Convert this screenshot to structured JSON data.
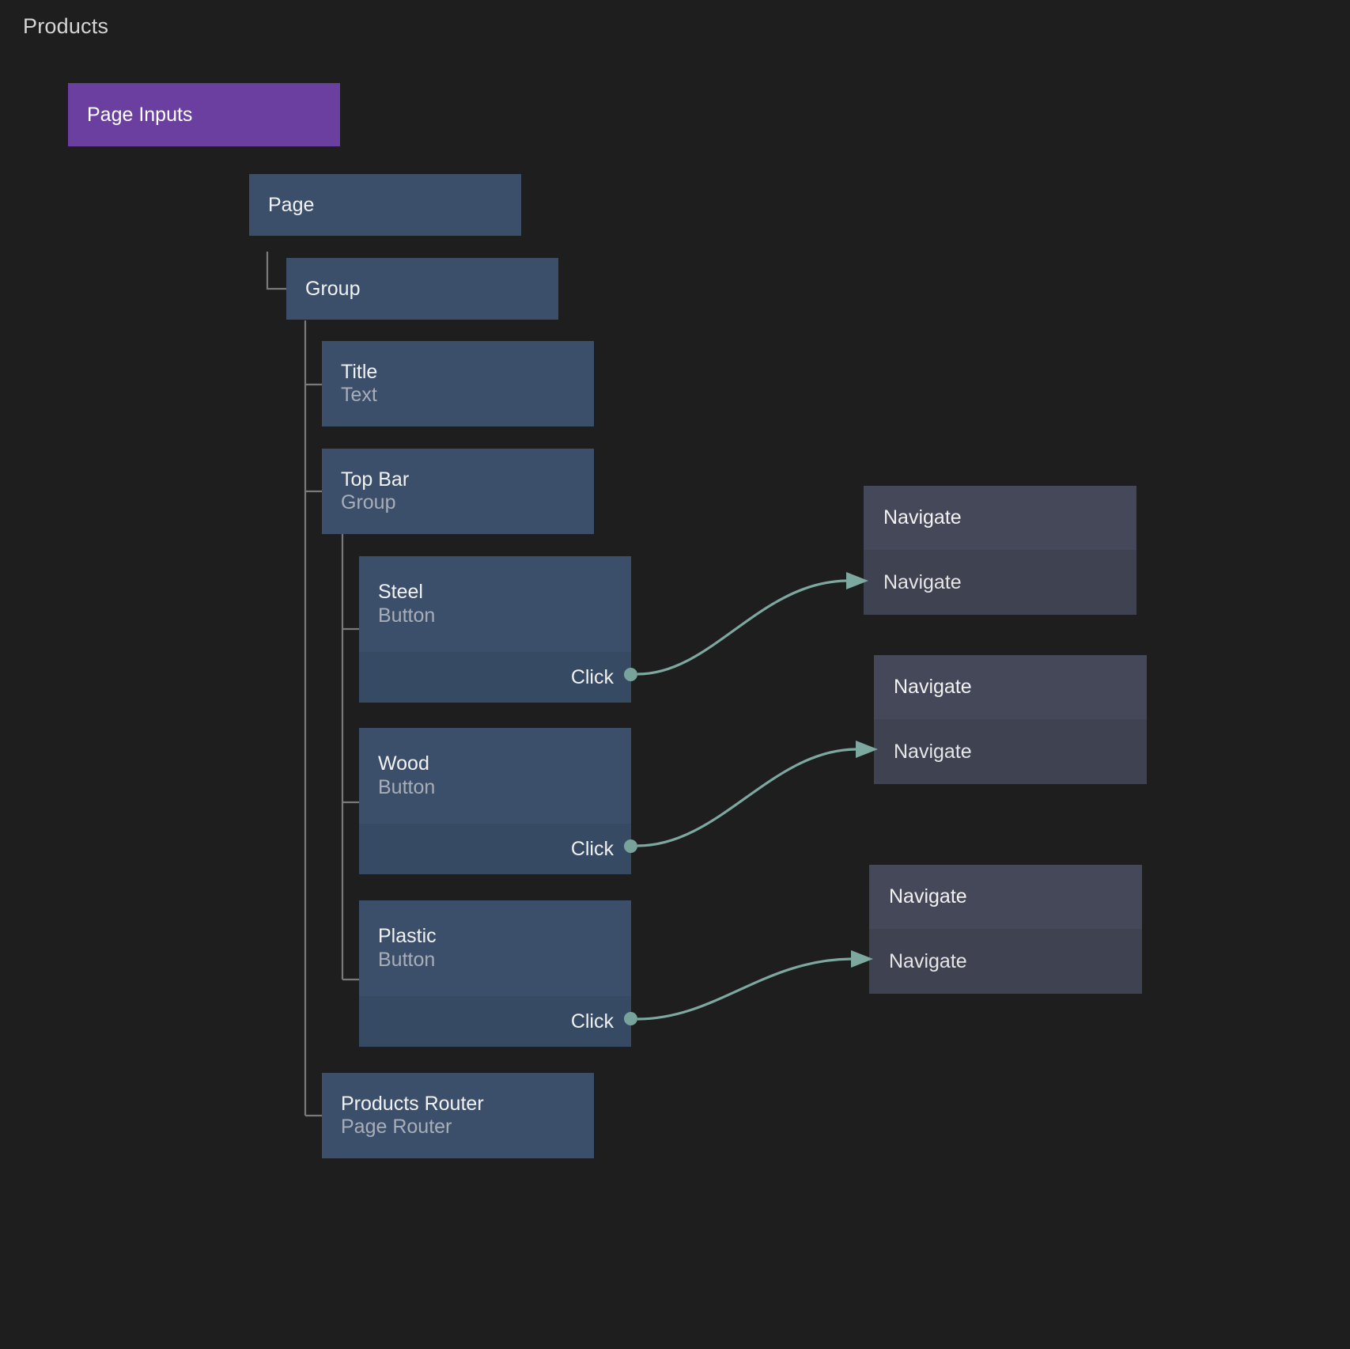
{
  "page": {
    "title": "Products",
    "background_color": "#1e1e1e"
  },
  "colors": {
    "inputs_node": "#6b3fa0",
    "component_node": "#3b4f6b",
    "event_row": "#374a63",
    "action_node_header": "#444859",
    "action_node_body": "#3e4251",
    "edge": "#7da8a0",
    "tree_line": "#7a7a7a",
    "title_text": "#f2f2f2",
    "subtitle_text": "#a8aeb8"
  },
  "tree": {
    "page_inputs": {
      "label": "Page Inputs"
    },
    "page": {
      "label": "Page"
    },
    "group": {
      "label": "Group"
    },
    "children": [
      {
        "name": "Title",
        "type": "Text"
      },
      {
        "name": "Top Bar",
        "type": "Group"
      }
    ],
    "buttons": [
      {
        "name": "Steel",
        "type": "Button",
        "event": "Click"
      },
      {
        "name": "Wood",
        "type": "Button",
        "event": "Click"
      },
      {
        "name": "Plastic",
        "type": "Button",
        "event": "Click"
      }
    ],
    "router": {
      "name": "Products Router",
      "type": "Page Router"
    }
  },
  "actions": [
    {
      "header": "Navigate",
      "item": "Navigate"
    },
    {
      "header": "Navigate",
      "item": "Navigate"
    },
    {
      "header": "Navigate",
      "item": "Navigate"
    }
  ]
}
